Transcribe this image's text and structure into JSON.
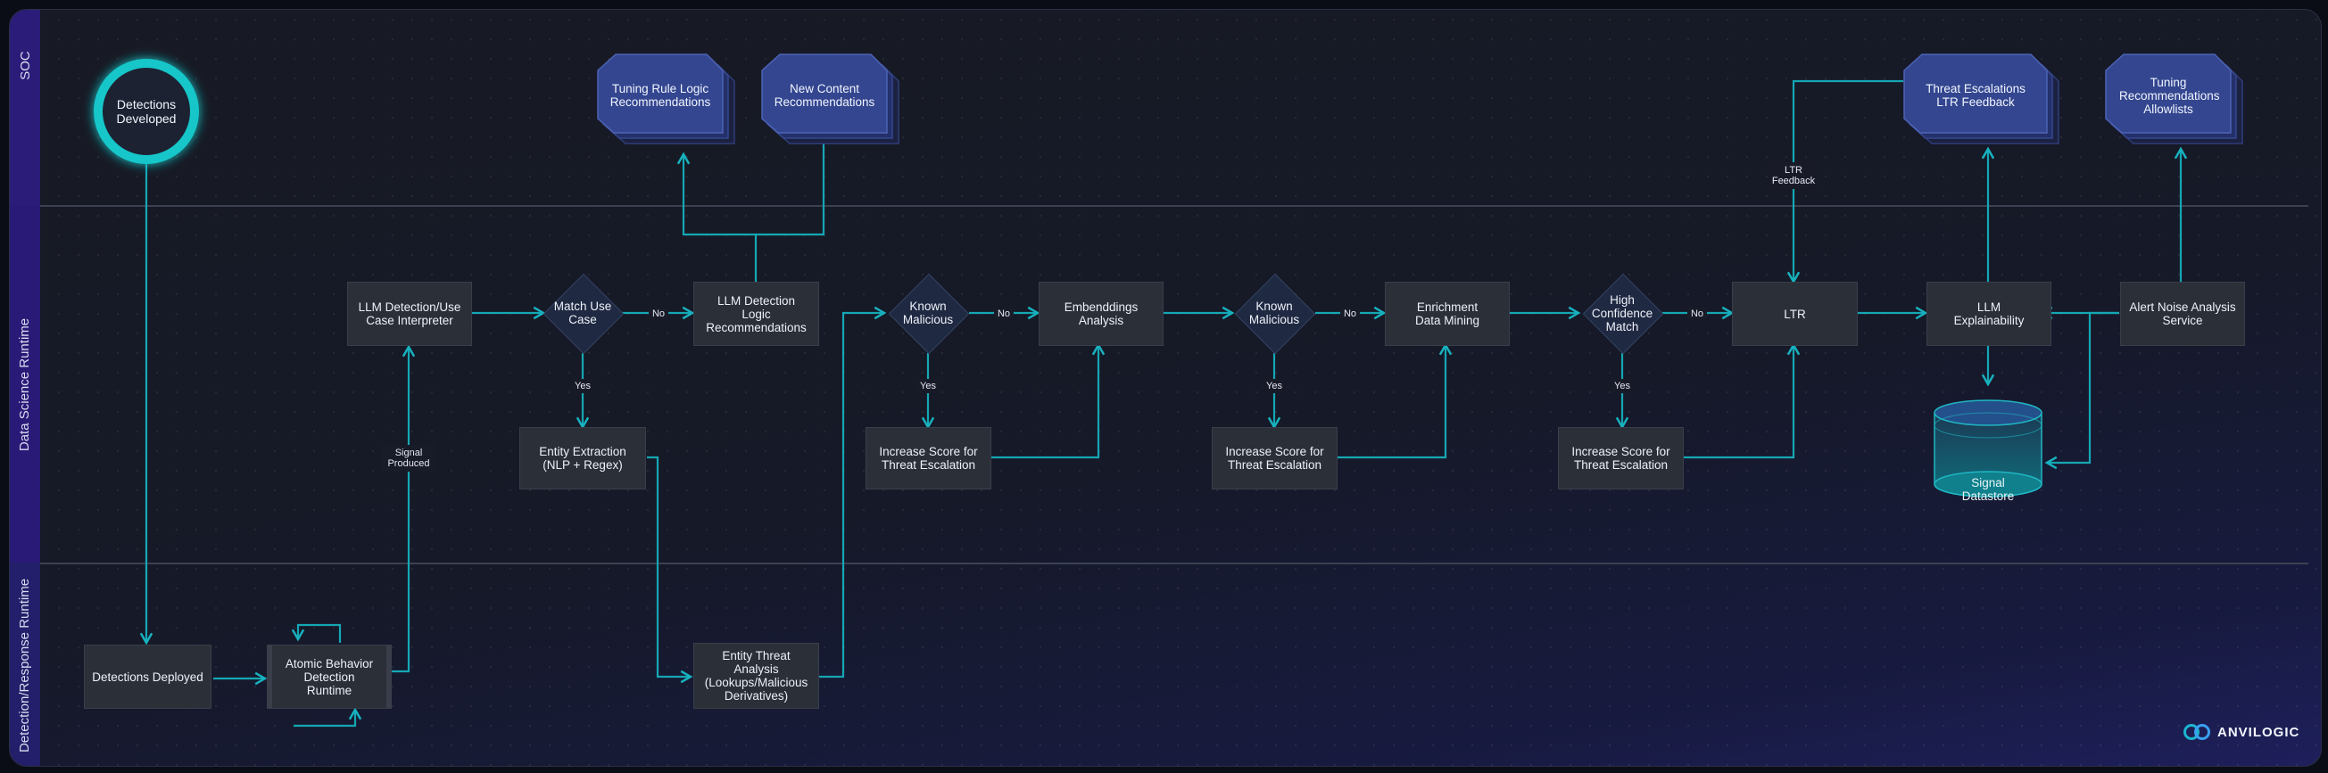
{
  "lanes": {
    "soc": "SOC",
    "ds": "Data Science Runtime",
    "dr": "Detection/Response Runtime"
  },
  "nodes": {
    "detections_developed": "Detections Developed",
    "detections_deployed": "Detections Deployed",
    "atomic_runtime": "Atomic Behavior Detection Runtime",
    "llm_interpreter": "LLM Detection/Use Case Interpreter",
    "match_use_case": "Match Use Case",
    "llm_detection_logic": "LLM Detection Logic Recommendations",
    "entity_extraction": "Entity Extraction (NLP + Regex)",
    "entity_threat": "Entity Threat Analysis (Lookups/Malicious Derivatives)",
    "known_malicious_1": "Known Malicious",
    "increase_score_1": "Increase Score for Threat Escalation",
    "embeddings": "Embenddings Analysis",
    "known_malicious_2": "Known Malicious",
    "increase_score_2": "Increase Score for Threat Escalation",
    "enrichment": "Enrichment Data Mining",
    "high_confidence": "High Confidence Match",
    "increase_score_3": "Increase Score for Threat Escalation",
    "ltr": "LTR",
    "llm_explainability": "LLM Explainability",
    "alert_noise": "Alert Noise Analysis Service",
    "signal_datastore": "Signal Datastore",
    "tuning_rule": "Tuning Rule Logic Recommendations",
    "new_content": "New Content Recommendations",
    "threat_escalations": "Threat Escalations LTR Feedback",
    "tuning_allowlists": "Tuning Recommendations Allowlists"
  },
  "edge_labels": {
    "no_1": "No",
    "yes_1": "Yes",
    "no_2": "No",
    "yes_2": "Yes",
    "no_3": "No",
    "yes_3": "Yes",
    "no_4": "No",
    "yes_4": "Yes",
    "signal_produced": "Signal Produced",
    "ltr_feedback": "LTR Feedback"
  },
  "logo": "ANVILOGIC",
  "colors": {
    "connector": "#15a7b4",
    "soc_doc": "#3a4c96",
    "lane_bar": "#2f1d7e",
    "glow_ring": "#13c6c9"
  }
}
